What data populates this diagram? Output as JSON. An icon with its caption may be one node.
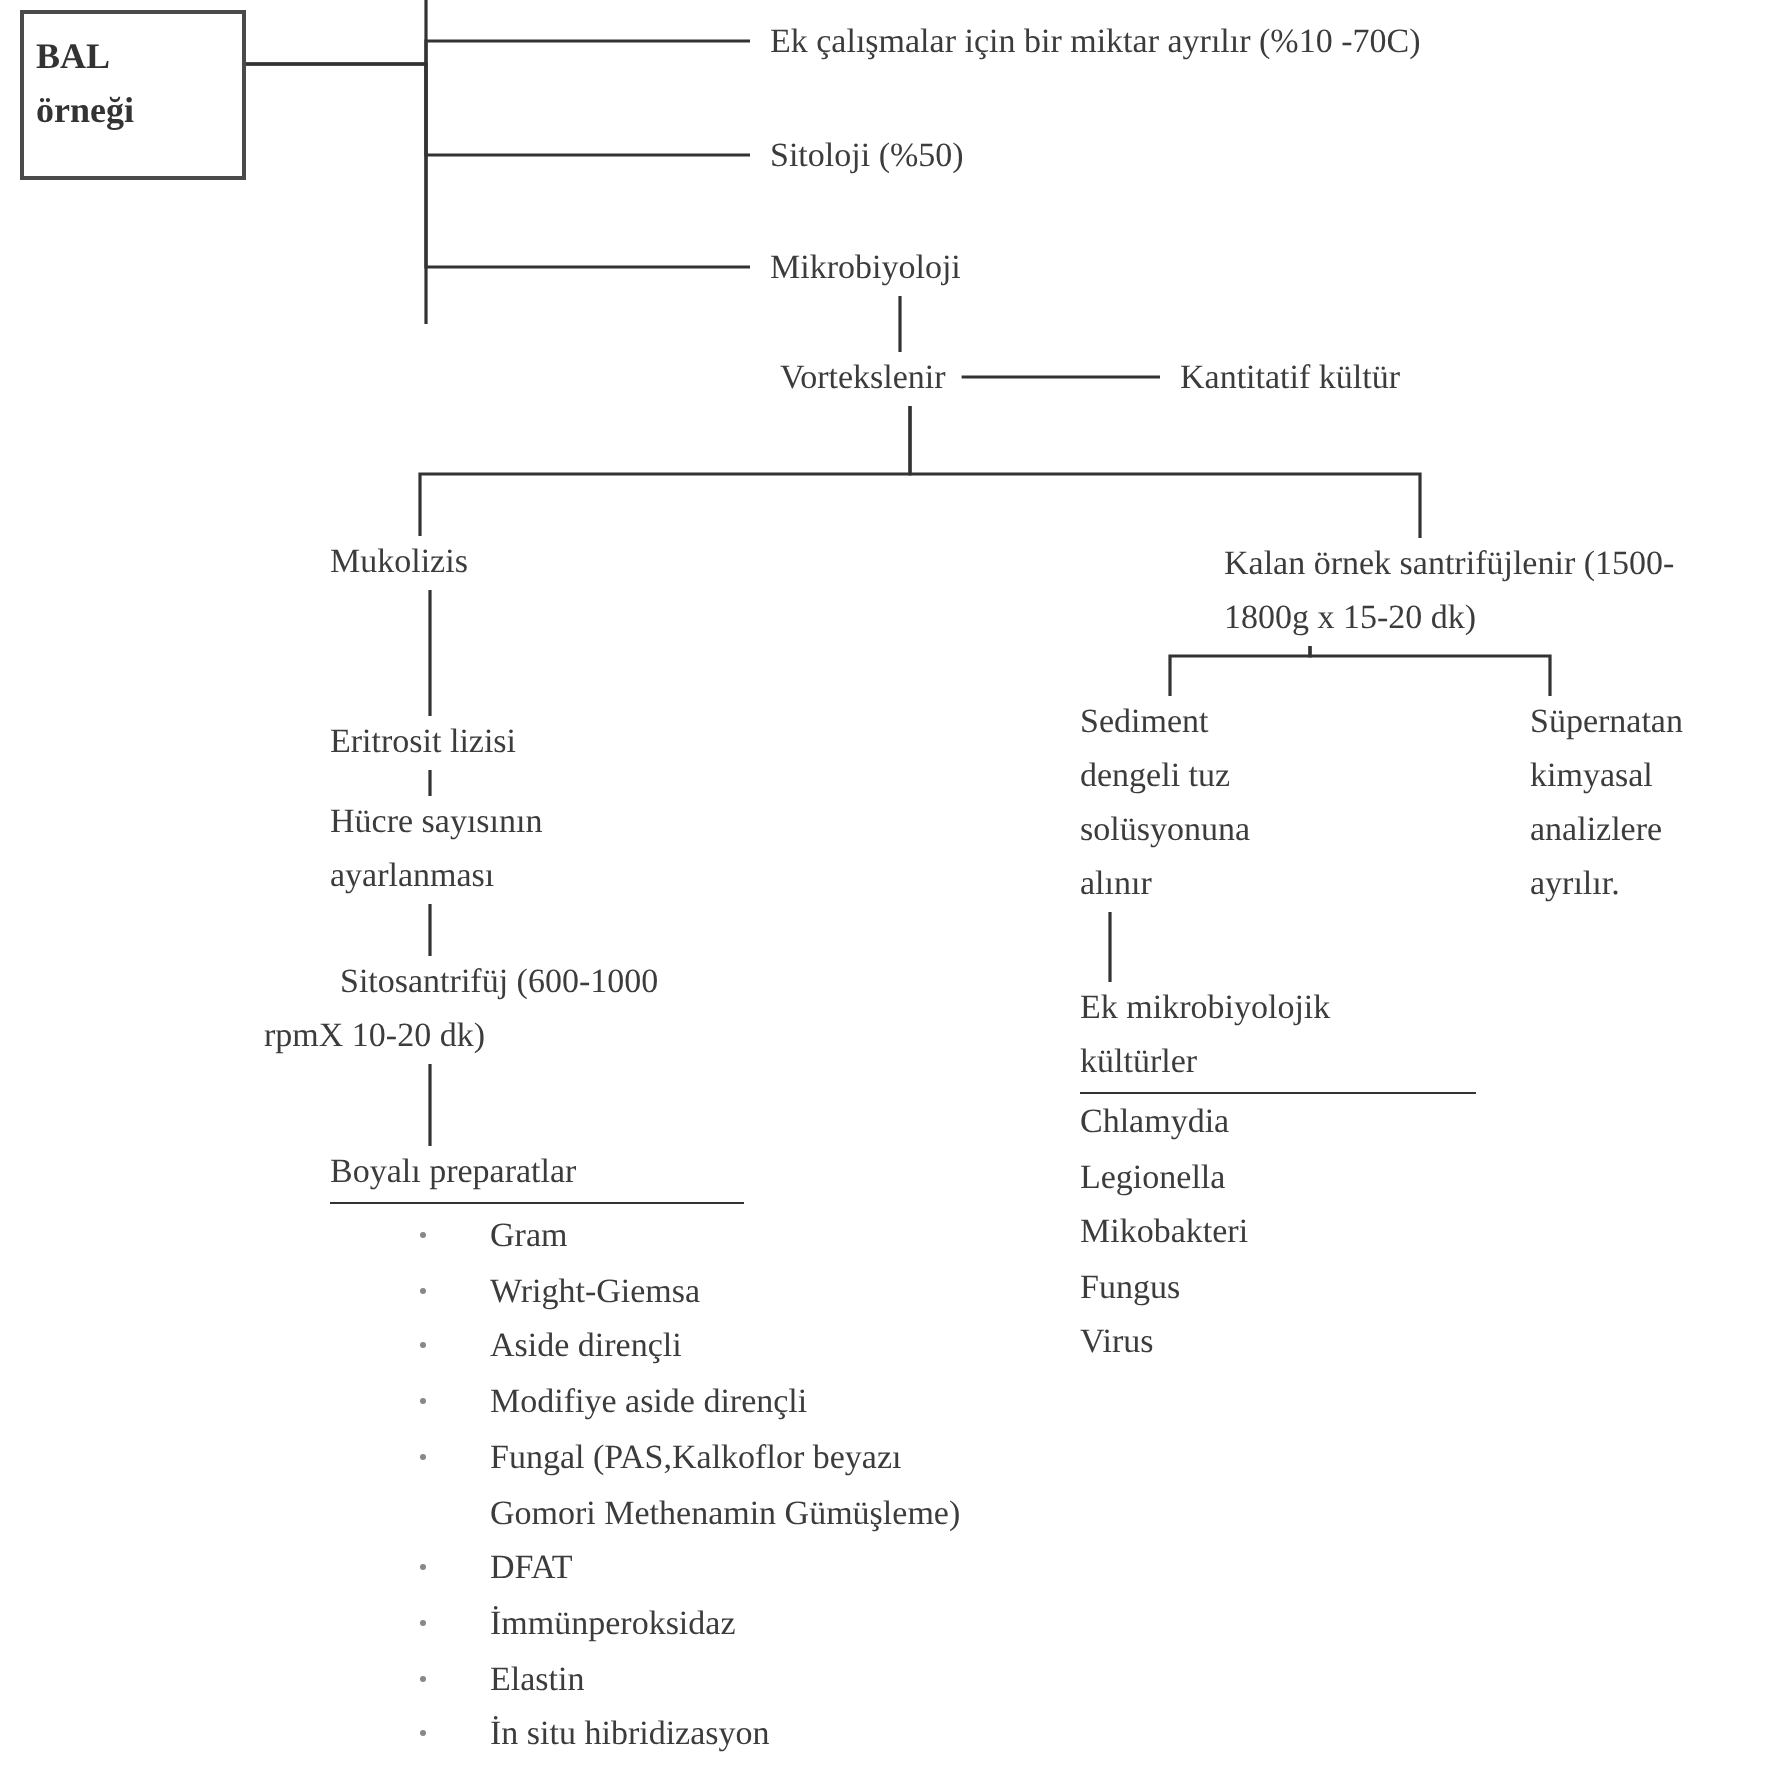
{
  "diagram": {
    "nodes": [
      {
        "text": [
          "BAL örneği"
        ]
      },
      {
        "text": [
          "Ek çalışmalar için bir miktar ayrılır (%10 -70C)"
        ]
      },
      {
        "text": [
          "Sitoloji (%50)"
        ]
      },
      {
        "text": [
          "Mikrobiyoloji"
        ]
      },
      {
        "text": [
          "Vortekslenir"
        ]
      },
      {
        "text": [
          "Kantitatif kültür"
        ]
      },
      {
        "text": [
          "Mukolizis"
        ]
      },
      {
        "text": [
          "Kalan örnek santrifüjlenir (1500-1800g x 15-20 dk)"
        ]
      },
      {
        "text": [
          "Eritrosit lizisi"
        ]
      },
      {
        "text": [
          "Hücre sayısının ayarlanması"
        ]
      },
      {
        "text": [
          "Sitosantrifüj (600-1000 rpmX 10-20 dk)"
        ]
      },
      {
        "text": [
          "Boyalı preparatlar"
        ],
        "beside": [
          "Gram",
          "Wright-Giemsa",
          "Aside dirençli",
          "Modifiye aside dirençli",
          "Fungal (PAS,Kalkoflor beyazı Gomori Methenamin Gümüşleme)",
          "DFAT",
          "İmmünperoksidaz",
          "Elastin",
          "İn situ hibridizasyon"
        ]
      },
      {
        "text": [
          "Sediment dengeli tuz solüsyonuna alınır"
        ]
      },
      {
        "text": [
          "Süpernatan kimyasal analizlere ayrılır."
        ]
      },
      {
        "text": [
          "Ek mikrobiyolojik kültürler"
        ],
        "beside": [
          "Chlamydia",
          "Legionella",
          "Mikobakteri",
          "Fungus",
          "Virus"
        ]
      }
    ],
    "edges": [
      {
        "from": 0,
        "to": 1,
        "arrow": "none"
      },
      {
        "from": 0,
        "to": 2,
        "arrow": "none"
      },
      {
        "from": 0,
        "to": 3,
        "arrow": "none"
      },
      {
        "from": 3,
        "to": 4,
        "arrow": "none"
      },
      {
        "from": 4,
        "to": 5,
        "arrow": "none"
      },
      {
        "from": 4,
        "to": 6,
        "arrow": "none"
      },
      {
        "from": 4,
        "to": 7,
        "arrow": "none"
      },
      {
        "from": 6,
        "to": 8,
        "arrow": "none"
      },
      {
        "from": 8,
        "to": 9,
        "arrow": "none"
      },
      {
        "from": 9,
        "to": 10,
        "arrow": "none"
      },
      {
        "from": 10,
        "to": 11,
        "arrow": "none"
      },
      {
        "from": 7,
        "to": 12,
        "arrow": "none"
      },
      {
        "from": 7,
        "to": 13,
        "arrow": "none"
      },
      {
        "from": 12,
        "to": 14,
        "arrow": "none"
      }
    ]
  }
}
